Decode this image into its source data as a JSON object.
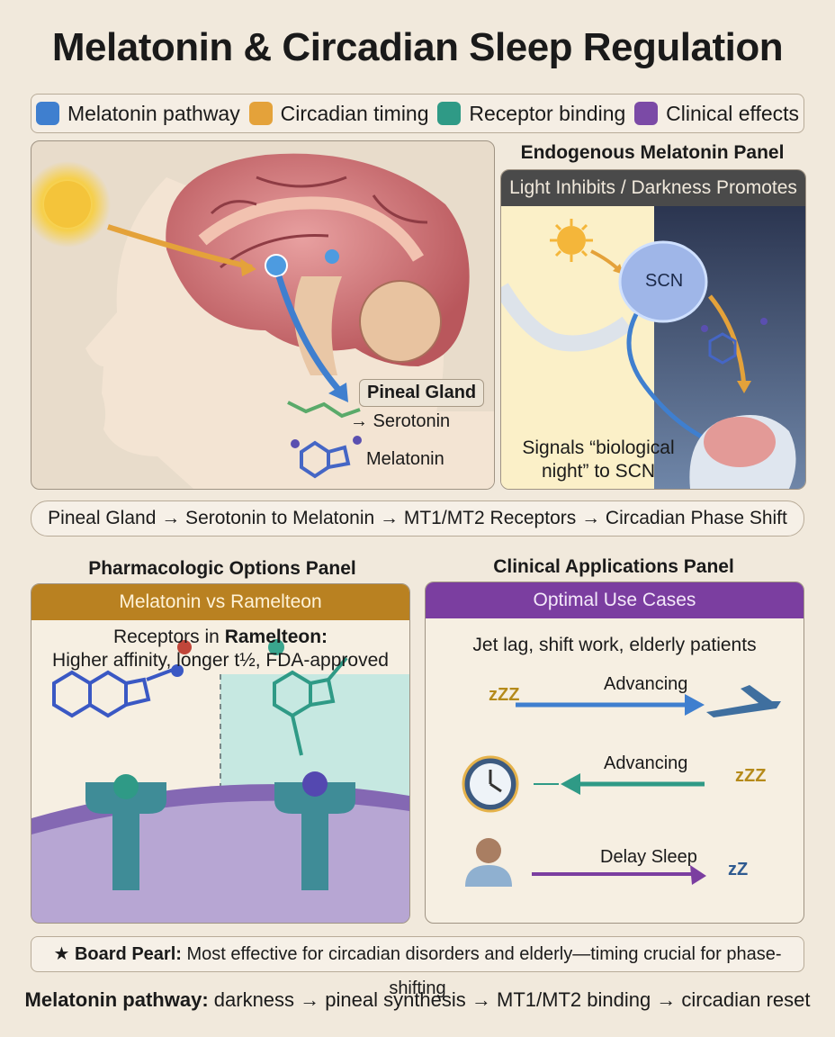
{
  "title": "Melatonin & Circadian Sleep Regulation",
  "legend": [
    {
      "label": "Melatonin pathway",
      "color": "#3f7fcf"
    },
    {
      "label": "Circadian timing",
      "color": "#e4a23a"
    },
    {
      "label": "Receptor binding",
      "color": "#2f9a86"
    },
    {
      "label": "Clinical effects",
      "color": "#7b4aa6"
    }
  ],
  "brain_panel": {
    "pineal_label": "Pineal Gland",
    "serotonin_label": "→ Serotonin",
    "melatonin_label": "Melatonin"
  },
  "endogenous_panel": {
    "title": "Endogenous Melatonin Panel",
    "header": "Light Inhibits / Darkness Promotes",
    "scn_label": "SCN",
    "caption_line1": "Signals “biological",
    "caption_line2": "night” to SCN"
  },
  "flow": "Pineal Gland → Serotonin to Melatonin → MT1/MT2 Receptors → Circadian Phase Shift",
  "pharm_panel": {
    "title": "Pharmacologic Options Panel",
    "header": "Melatonin vs Ramelteon",
    "line1_prefix": "Receptors in ",
    "line1_bold": "Ramelteon:",
    "line2": "Higher affinity, longer t½, FDA-approved"
  },
  "clinical_panel": {
    "title": "Clinical Applications Panel",
    "header": "Optimal Use Cases",
    "subtitle": "Jet lag, shift work, elderly patients",
    "rows": [
      {
        "label": "Advancing",
        "zzz": "zZZ"
      },
      {
        "label": "Advancing",
        "zzz": "zZZ"
      },
      {
        "label": "Delay Sleep",
        "zzz": "zZ"
      }
    ]
  },
  "pearl": {
    "icon": "★",
    "label": "Board Pearl:",
    "text": "Most effective for circadian disorders and elderly—timing crucial for phase-shifting"
  },
  "footer": {
    "label": "Melatonin pathway:",
    "text": "darkness → pineal synthesis → MT1/MT2 binding → circadian reset"
  }
}
